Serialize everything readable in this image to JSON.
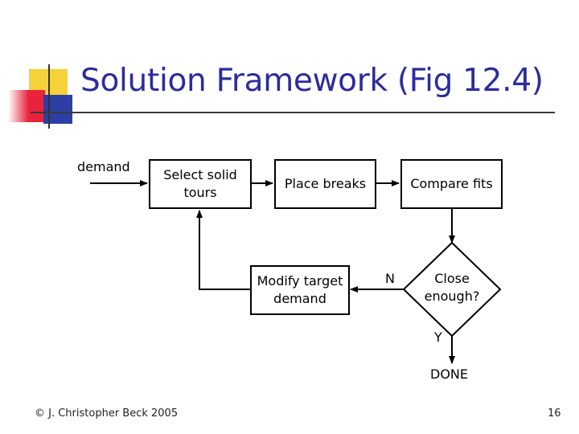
{
  "slide": {
    "title": "Solution Framework (Fig 12.4)",
    "footer": "© J. Christopher Beck 2005",
    "page_number": "16"
  },
  "diagram": {
    "input_label": "demand",
    "nodes": {
      "select": "Select solid tours",
      "place": "Place breaks",
      "compare": "Compare fits",
      "modify": "Modify target demand",
      "decision": "Close enough?"
    },
    "edge_labels": {
      "no": "N",
      "yes": "Y"
    },
    "terminal": "DONE"
  },
  "colors": {
    "title": "#2c2c9c",
    "deco_yellow": "#f6d23a",
    "deco_red": "#e8243c",
    "deco_blue": "#2d3ea5"
  }
}
